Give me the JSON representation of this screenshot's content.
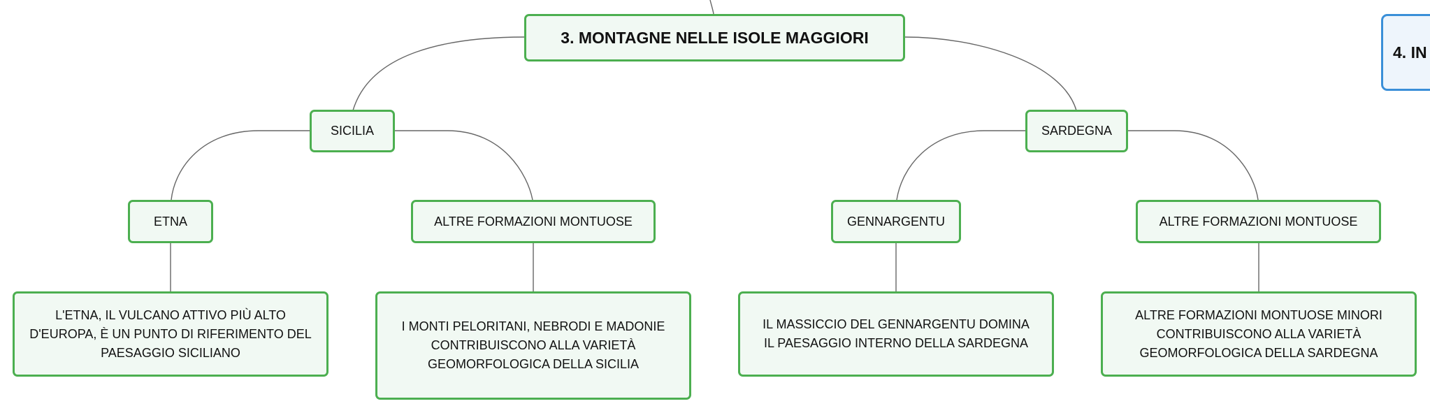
{
  "root": {
    "label": "3. MONTAGNE NELLE ISOLE MAGGIORI"
  },
  "next_root": {
    "label": "4. IN"
  },
  "branches": [
    {
      "label": "SICILIA",
      "children": [
        {
          "label": "ETNA",
          "detail": "L'ETNA, IL VULCANO ATTIVO PIÙ ALTO D'EUROPA, È UN PUNTO DI RIFERIMENTO DEL PAESAGGIO SICILIANO"
        },
        {
          "label": "ALTRE FORMAZIONI MONTUOSE",
          "detail": "I MONTI PELORITANI, NEBRODI E MADONIE CONTRIBUISCONO ALLA VARIETÀ GEOMORFOLOGICA DELLA SICILIA"
        }
      ]
    },
    {
      "label": "SARDEGNA",
      "children": [
        {
          "label": "GENNARGENTU",
          "detail": "IL MASSICCIO DEL GENNARGENTU DOMINA IL PAESAGGIO INTERNO DELLA SARDEGNA"
        },
        {
          "label": "ALTRE FORMAZIONI MONTUOSE",
          "detail": "ALTRE FORMAZIONI MONTUOSE MINORI CONTRIBUISCONO ALLA VARIETÀ GEOMORFOLOGICA DELLA SARDEGNA"
        }
      ]
    }
  ],
  "colors": {
    "node_border": "#4caf50",
    "node_fill": "#f1f9f3",
    "next_border": "#3a8fd8",
    "connector": "#666666"
  }
}
